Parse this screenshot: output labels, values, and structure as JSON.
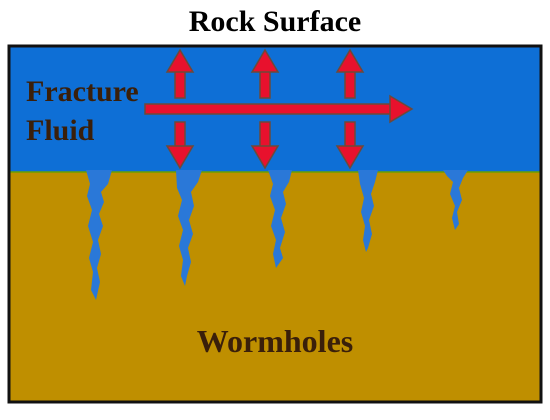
{
  "diagram": {
    "title": "Rock Surface",
    "fluid_label_line1": "Fracture",
    "fluid_label_line2": "Fluid",
    "rock_label": "Wormholes",
    "colors": {
      "fluid": "#0e6fd6",
      "rock": "#bf8f00",
      "wormhole": "#2a78d8",
      "arrow_fill": "#e8112d",
      "arrow_stroke": "#6b4a3a",
      "border": "#111111",
      "label": "#3a1f0a"
    }
  }
}
